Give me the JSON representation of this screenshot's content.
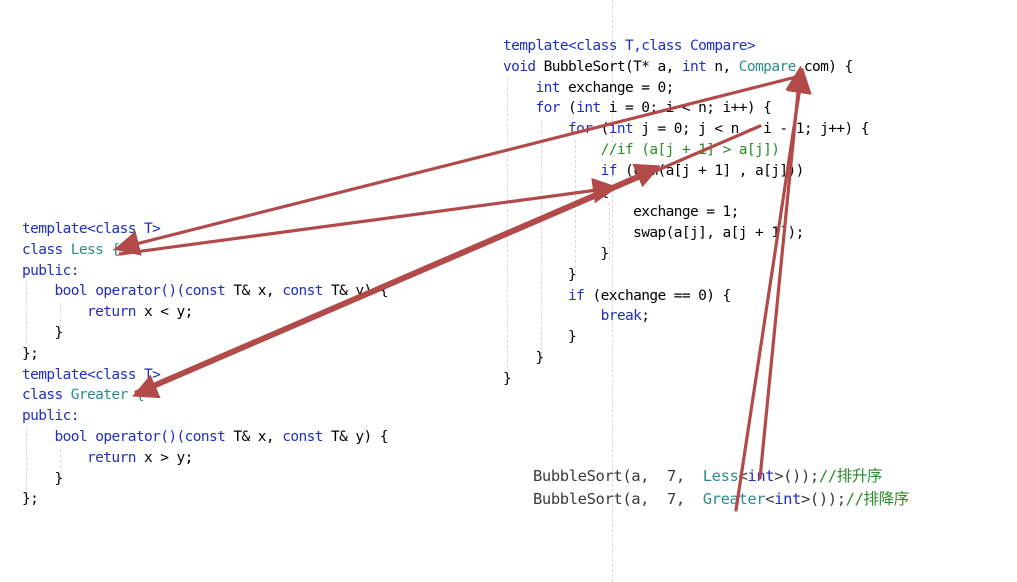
{
  "colors": {
    "keyword": "#1f2fbf",
    "type_name": "#2b8c8c",
    "comment": "#2a8a2a",
    "plain": "#000000",
    "call_text": "#3a3a3a",
    "arrow": "#b24a4a"
  },
  "left_code": [
    [
      {
        "t": "template",
        "c": "keyword"
      },
      {
        "t": "<class T>",
        "c": "keyword"
      }
    ],
    [
      {
        "t": "class",
        "c": "keyword"
      },
      {
        "t": " Less {",
        "c": "type_name"
      }
    ],
    [
      {
        "t": "public:",
        "c": "keyword"
      }
    ],
    [
      {
        "t": "    "
      },
      {
        "t": "bool",
        "c": "keyword"
      },
      {
        "t": " operator()(",
        "c": "keyword"
      },
      {
        "t": "const",
        "c": "keyword"
      },
      {
        "t": " T& x, "
      },
      {
        "t": "const",
        "c": "keyword"
      },
      {
        "t": " T& y) {"
      }
    ],
    [
      {
        "t": "        "
      },
      {
        "t": "return",
        "c": "keyword"
      },
      {
        "t": " x < y;"
      }
    ],
    [
      {
        "t": "    }"
      }
    ],
    [
      {
        "t": "};"
      }
    ],
    [
      {
        "t": "template",
        "c": "keyword"
      },
      {
        "t": "<class T>",
        "c": "keyword"
      }
    ],
    [
      {
        "t": "class",
        "c": "keyword"
      },
      {
        "t": " Greater {",
        "c": "type_name"
      }
    ],
    [
      {
        "t": "public:",
        "c": "keyword"
      }
    ],
    [
      {
        "t": "    "
      },
      {
        "t": "bool",
        "c": "keyword"
      },
      {
        "t": " operator()(",
        "c": "keyword"
      },
      {
        "t": "const",
        "c": "keyword"
      },
      {
        "t": " T& x, "
      },
      {
        "t": "const",
        "c": "keyword"
      },
      {
        "t": " T& y) {"
      }
    ],
    [
      {
        "t": "        "
      },
      {
        "t": "return",
        "c": "keyword"
      },
      {
        "t": " x > y;"
      }
    ],
    [
      {
        "t": "    }"
      }
    ],
    [
      {
        "t": "};"
      }
    ]
  ],
  "right_code": [
    [
      {
        "t": "template",
        "c": "keyword"
      },
      {
        "t": "<class T,class Compare>",
        "c": "keyword"
      }
    ],
    [
      {
        "t": "void",
        "c": "keyword"
      },
      {
        "t": " BubbleSort(T* a, "
      },
      {
        "t": "int",
        "c": "keyword"
      },
      {
        "t": " n, "
      },
      {
        "t": "Compare",
        "c": "type_name"
      },
      {
        "t": " com) {"
      }
    ],
    [
      {
        "t": "    "
      },
      {
        "t": "int",
        "c": "keyword"
      },
      {
        "t": " exchange = 0;"
      }
    ],
    [
      {
        "t": "    "
      },
      {
        "t": "for",
        "c": "keyword"
      },
      {
        "t": " ("
      },
      {
        "t": "int",
        "c": "keyword"
      },
      {
        "t": " i = 0; i < n; i++) {"
      }
    ],
    [
      {
        "t": "        "
      },
      {
        "t": "for",
        "c": "keyword"
      },
      {
        "t": " ("
      },
      {
        "t": "int",
        "c": "keyword"
      },
      {
        "t": " j = 0; j < n - i - 1; j++) {"
      }
    ],
    [
      {
        "t": "            "
      },
      {
        "t": "//if (a[j + 1] > a[j])",
        "c": "comment"
      }
    ],
    [
      {
        "t": "            "
      },
      {
        "t": "if",
        "c": "keyword"
      },
      {
        "t": " (com(a[j + 1] , a[j]))"
      }
    ],
    [
      {
        "t": "            {"
      }
    ],
    [
      {
        "t": "                exchange = 1;"
      }
    ],
    [
      {
        "t": "                swap(a[j], a[j + 1]);"
      }
    ],
    [
      {
        "t": "            }"
      }
    ],
    [
      {
        "t": "        }"
      }
    ],
    [
      {
        "t": "        "
      },
      {
        "t": "if",
        "c": "keyword"
      },
      {
        "t": " (exchange == 0) {"
      }
    ],
    [
      {
        "t": "            "
      },
      {
        "t": "break",
        "c": "keyword"
      },
      {
        "t": ";"
      }
    ],
    [
      {
        "t": "        }"
      }
    ],
    [
      {
        "t": "    }"
      }
    ],
    [
      {
        "t": "}"
      }
    ]
  ],
  "calls": [
    [
      {
        "t": "BubbleSort(a,  7,  "
      },
      {
        "t": "Less",
        "c": "type_name"
      },
      {
        "t": "<"
      },
      {
        "t": "int",
        "c": "keyword"
      },
      {
        "t": ">());"
      },
      {
        "t": "//排升序",
        "c": "comment"
      }
    ],
    [
      {
        "t": "BubbleSort(a,  7,  "
      },
      {
        "t": "Greater",
        "c": "type_name"
      },
      {
        "t": "<"
      },
      {
        "t": "int",
        "c": "keyword"
      },
      {
        "t": ">());"
      },
      {
        "t": "//排降序",
        "c": "comment"
      }
    ]
  ]
}
